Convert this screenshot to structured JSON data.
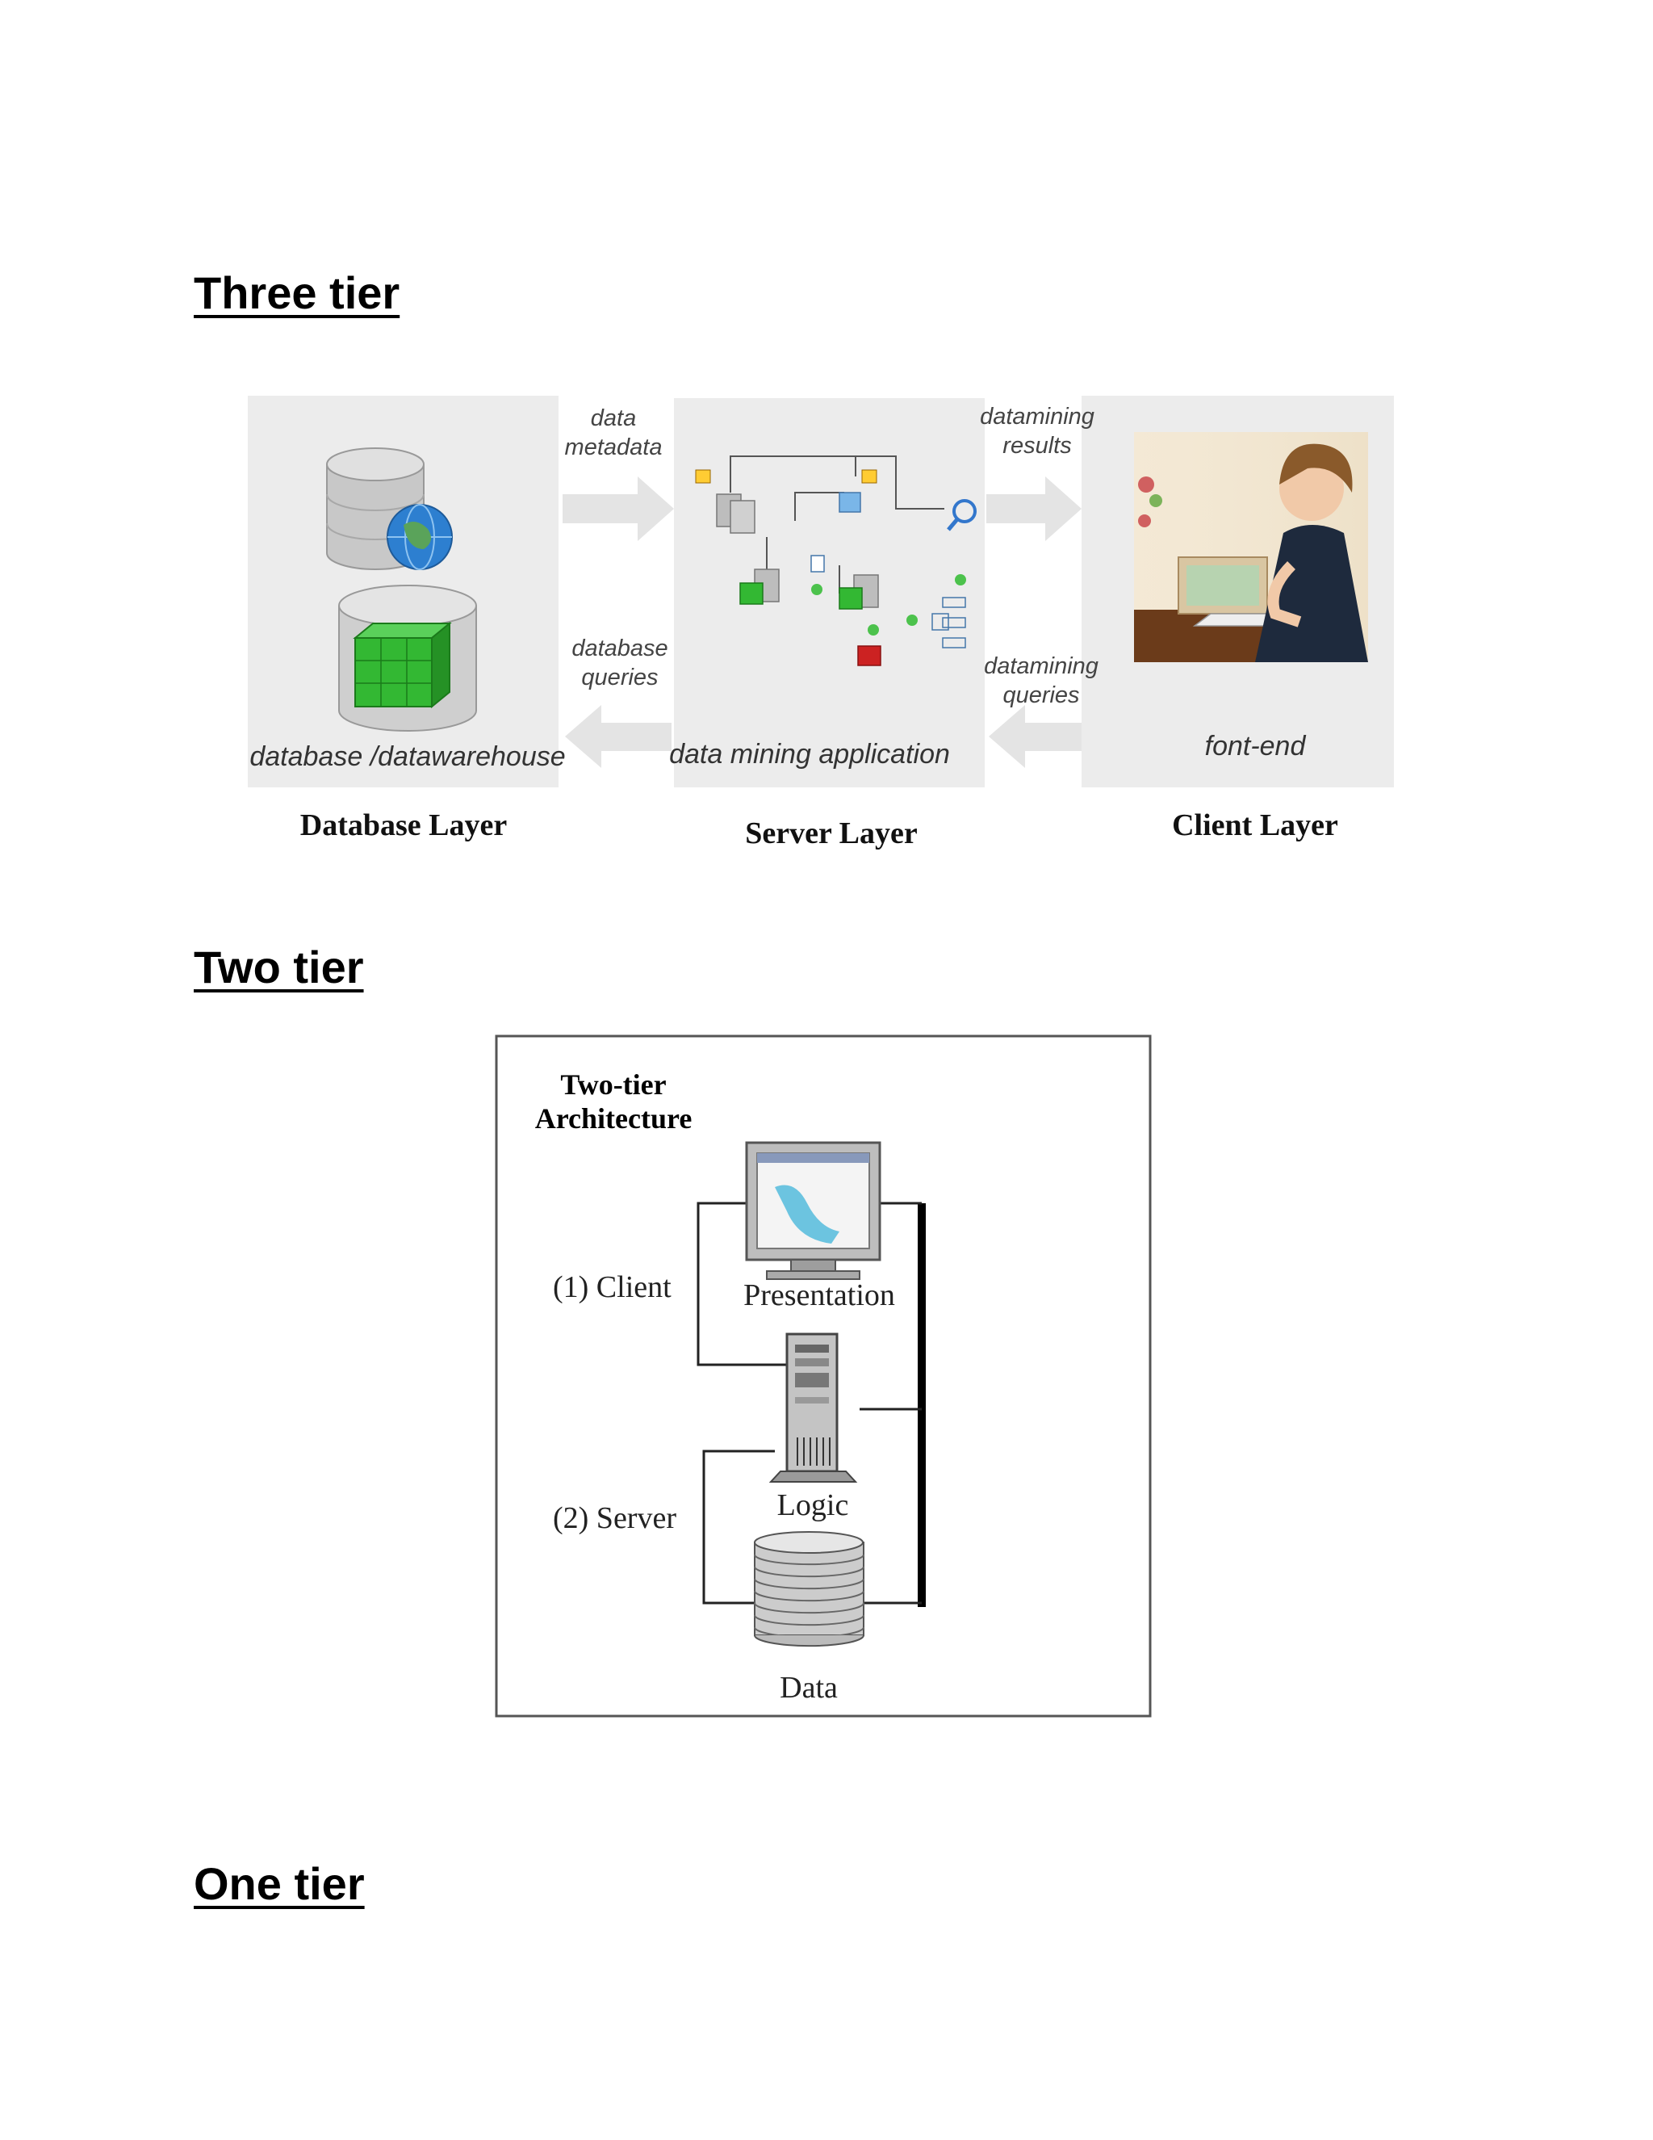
{
  "headings": {
    "three_tier": "Three tier",
    "two_tier": "Two tier",
    "one_tier": "One tier"
  },
  "three_tier_diagram": {
    "panels": {
      "database": "database /datawarehouse",
      "server": "data mining application",
      "client": "font-end"
    },
    "arrows": {
      "data_metadata": "data\nmetadata",
      "database_queries": "database\nqueries",
      "datamining_results": "datamining\nresults",
      "datamining_queries": "datamining\nqueries"
    },
    "layers": {
      "database": "Database Layer",
      "server": "Server Layer",
      "client": "Client Layer"
    }
  },
  "two_tier_diagram": {
    "title": "Two-tier\nArchitecture",
    "client_label": "(1) Client",
    "server_label": "(2) Server",
    "presentation": "Presentation",
    "logic": "Logic",
    "data": "Data"
  },
  "colors": {
    "panel_bg": "#ececec",
    "arrow_fill": "#e6e6e6",
    "cube_green": "#33b833",
    "globe_blue": "#2d7fd0"
  }
}
